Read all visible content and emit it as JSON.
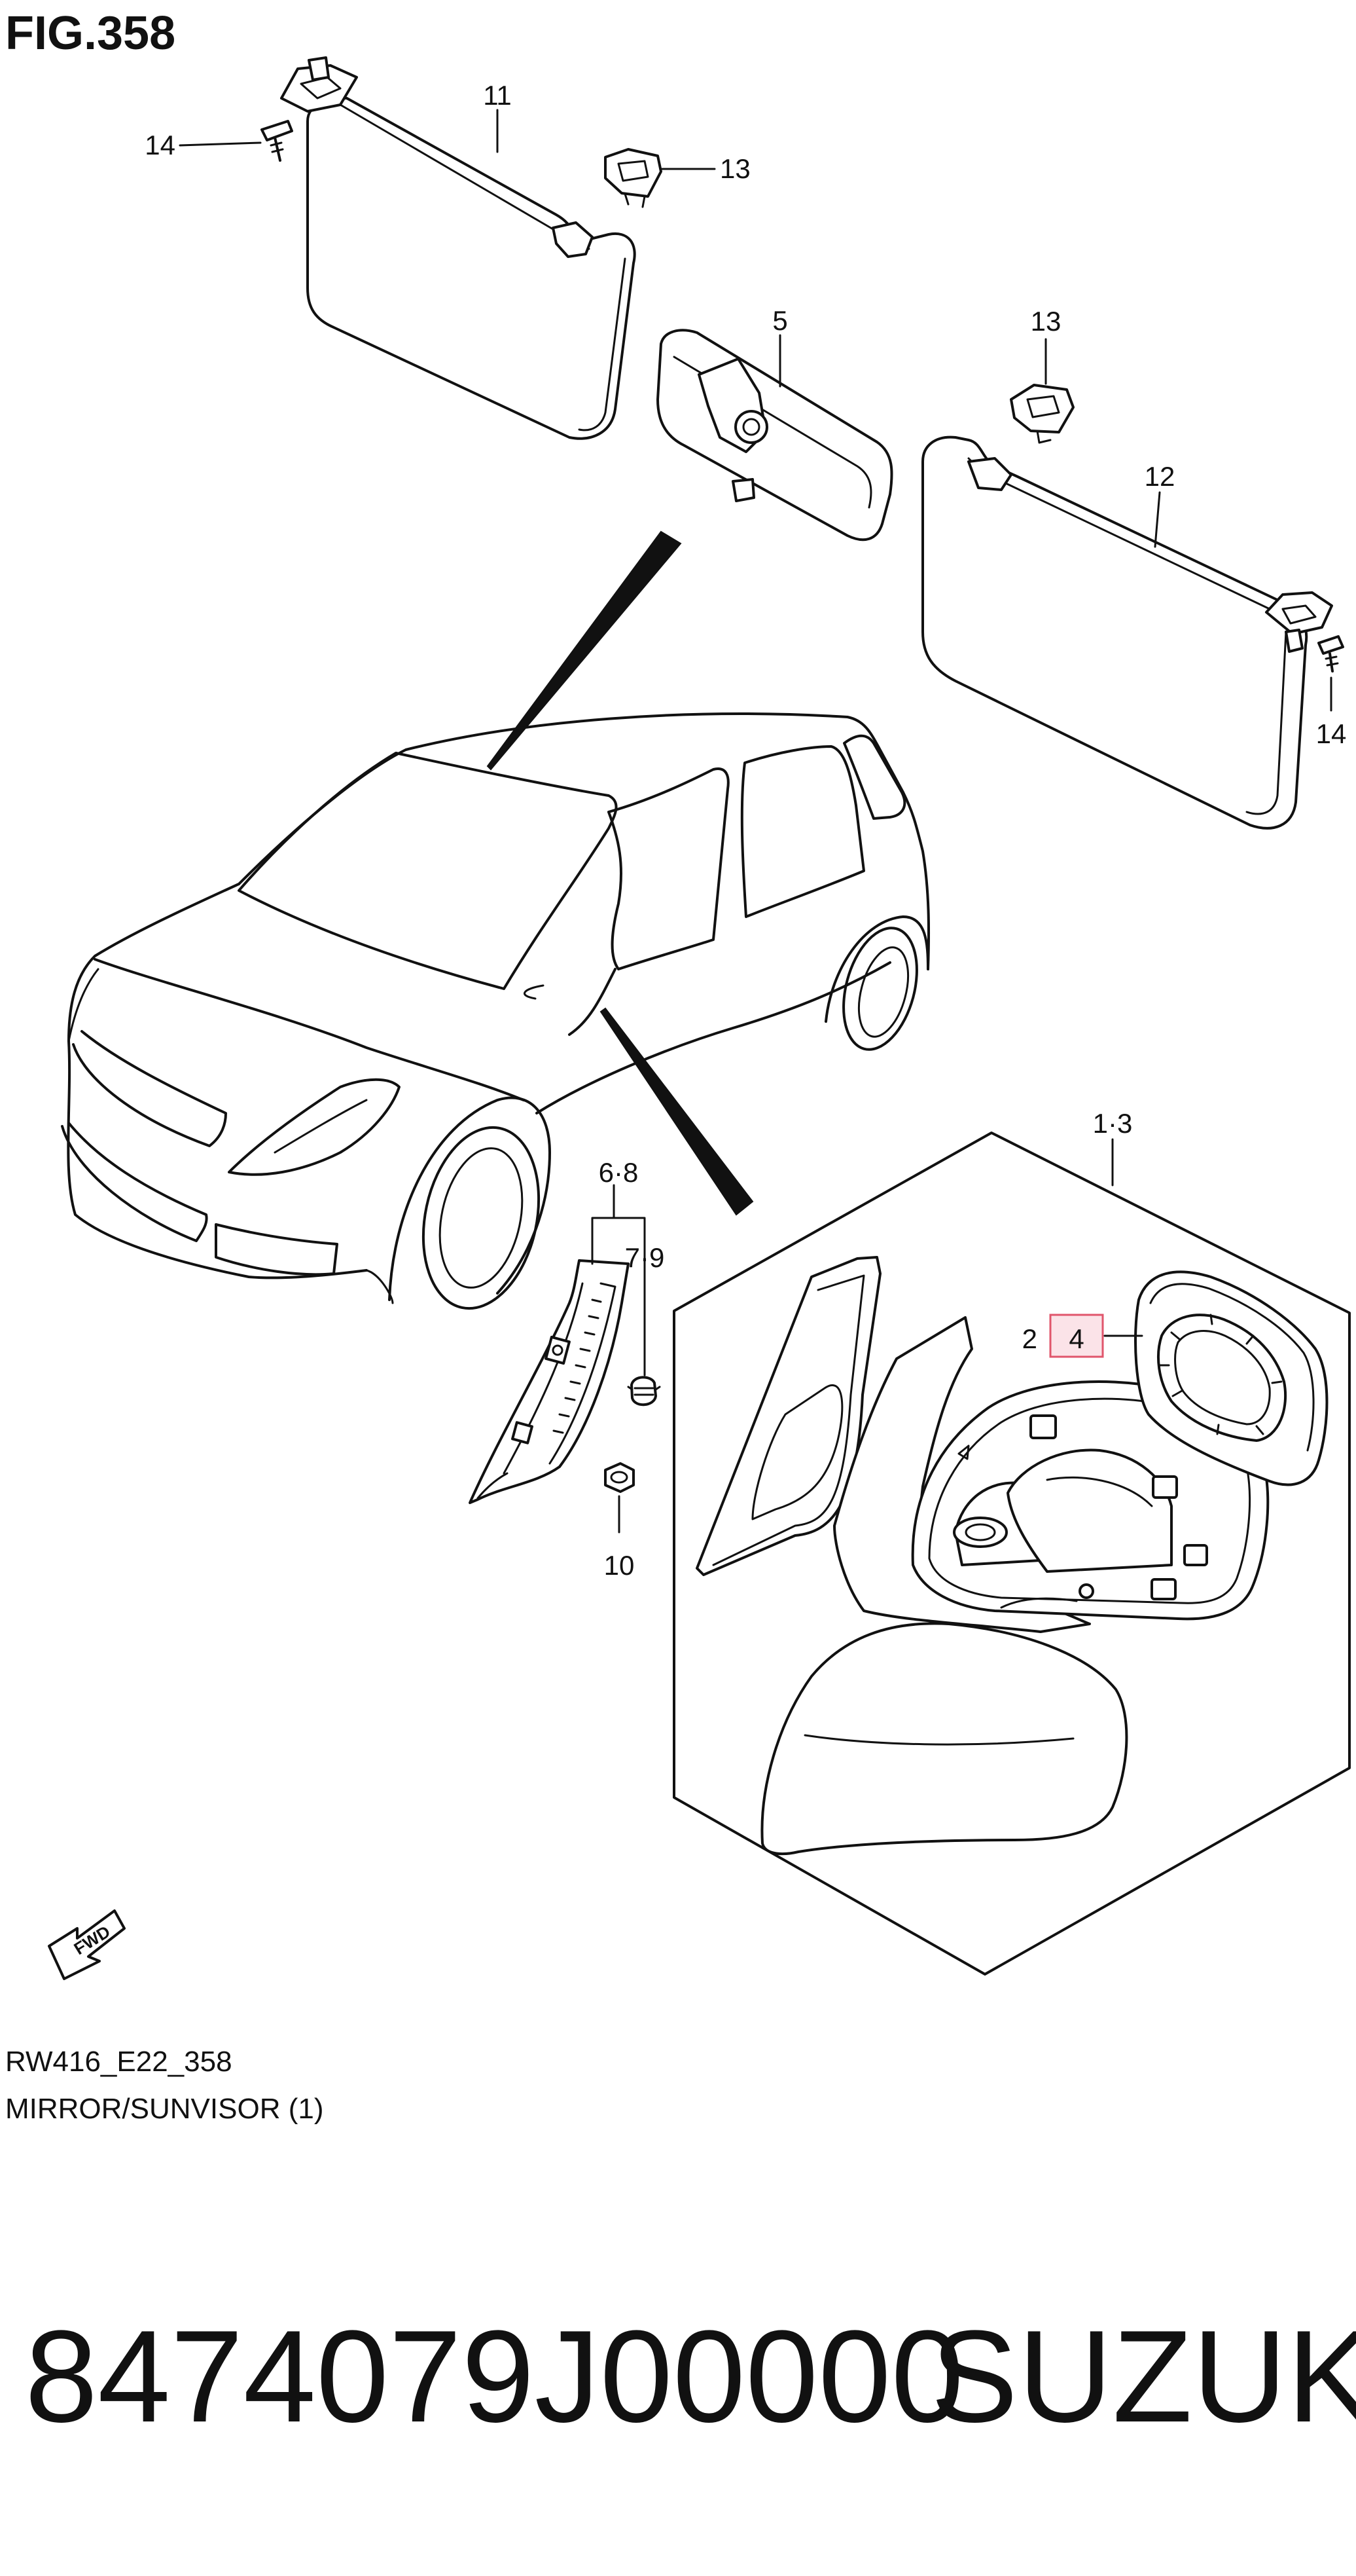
{
  "figure": {
    "title": "FIG.358",
    "code": "RW416_E22_358",
    "caption": "MIRROR/SUNVISOR (1)"
  },
  "part": {
    "number": "8474079J00000",
    "brand": "SUZUKI"
  },
  "callouts": {
    "c11": "11",
    "c14_left": "14",
    "c13_top": "13",
    "c5": "5",
    "c13_right": "13",
    "c12": "12",
    "c14_right": "14",
    "c68": "6·8",
    "c79": "7·9",
    "c10": "10",
    "c13_kit": "1·3",
    "c2": "2",
    "c4": "4"
  },
  "fwd_label": "FWD",
  "colors": {
    "line": "#111111",
    "highlight_border": "#e0556b",
    "highlight_fill": "#fbe3e8"
  }
}
